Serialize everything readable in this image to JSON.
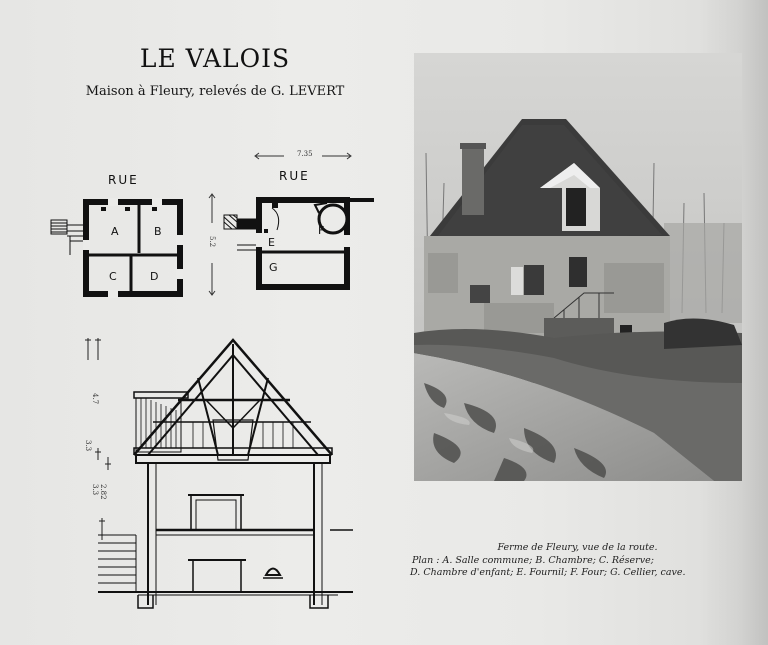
{
  "page": {
    "title": "LE VALOIS",
    "subtitle": "Maison à Fleury, relevés de G. LEVERT"
  },
  "plans": {
    "left_street_label": "RUE",
    "right_street_label": "RUE",
    "rooms_left": [
      "A",
      "B",
      "C",
      "D"
    ],
    "rooms_right": [
      "E",
      "F",
      "G"
    ],
    "dimension_top": "7.35",
    "dimension_side": "5.2"
  },
  "section": {
    "heights": [
      "4.7",
      "3.3",
      "3.3",
      "2.82"
    ]
  },
  "caption": {
    "line1": "Ferme de Fleury, vue de la route.",
    "line2": "Plan : A. Salle commune; B. Chambre; C. Réserve;",
    "line3": "D. Chambre d'enfant; E. Fournil; F. Four; G. Cellier, cave."
  },
  "colors": {
    "paper": "#ebebe9",
    "ink": "#111111"
  }
}
